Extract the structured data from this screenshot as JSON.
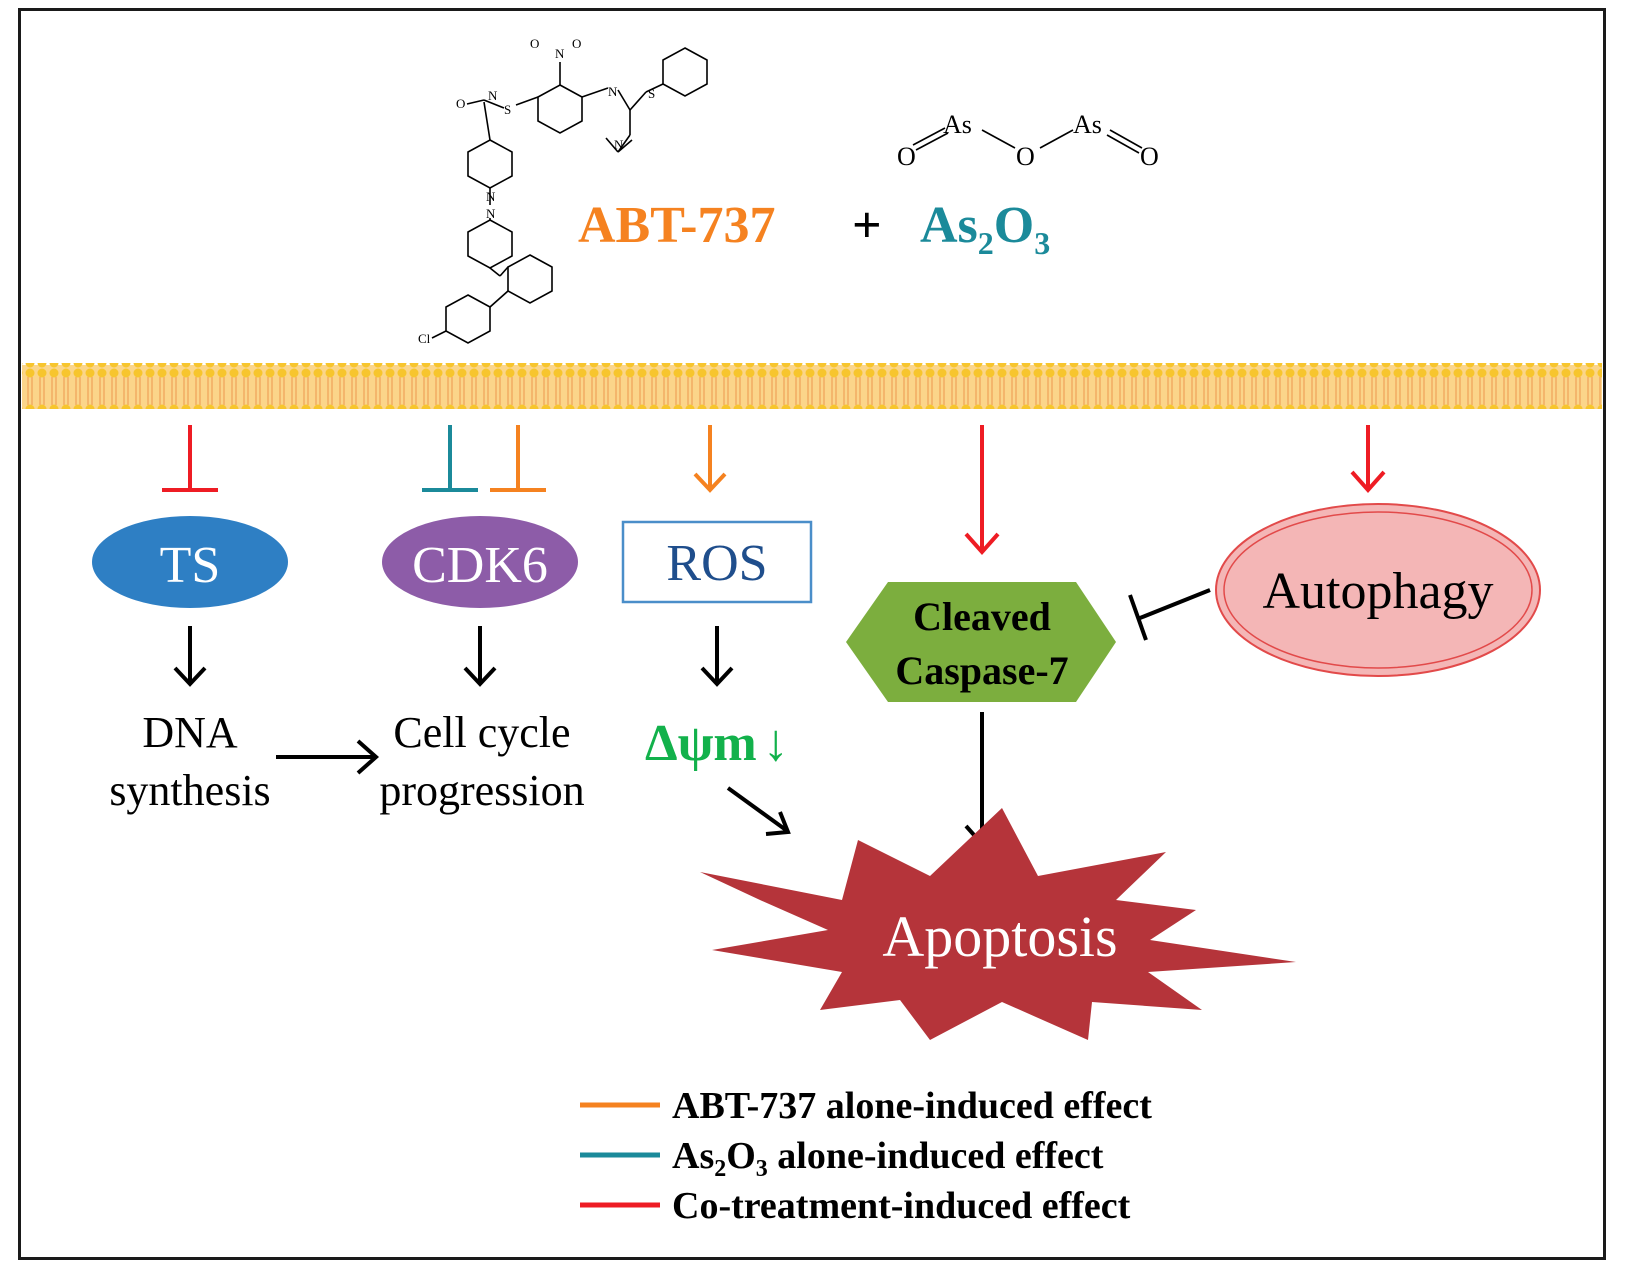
{
  "drugs": {
    "abt_label": "ABT-737",
    "plus": "+",
    "as_label": "As",
    "as_sub1": "2",
    "as_label_o": "O",
    "as_sub2": "3",
    "as2o3_struct": {
      "o": "O",
      "as": "As"
    },
    "abt_struct": {
      "no2_n": "N",
      "no2_o1": "O",
      "no2_o2": "O",
      "nh": "N",
      "s_atom": "S",
      "sulf": "S",
      "nh_sulf": "N",
      "o_carb": "O",
      "pip_n1": "N",
      "pip_n2": "N",
      "cl": "Cl",
      "nme2": "N"
    }
  },
  "colors": {
    "abt_orange": "#f58220",
    "as_teal": "#1b8a9a",
    "cotreat_red": "#ee1c24",
    "ts_blue": "#2e7fc4",
    "cdk6_purple": "#8d5ca8",
    "ros_border": "#4a8ec9",
    "ros_text": "#1f4e8c",
    "caspase_green": "#7cae3e",
    "autophagy_fill": "#f4b6b6",
    "autophagy_stroke": "#e24a4a",
    "apoptosis_fill": "#b5343a",
    "delta_green": "#12b14b",
    "membrane_fill": "#fbd58a",
    "membrane_bead": "#f7c52d"
  },
  "nodes": {
    "ts": "TS",
    "cdk6": "CDK6",
    "ros": "ROS",
    "caspase_line1": "Cleaved",
    "caspase_line2": "Caspase-7",
    "autophagy": "Autophagy",
    "dna_line1": "DNA",
    "dna_line2": "synthesis",
    "cellcycle_line1": "Cell cycle",
    "cellcycle_line2": "progression",
    "delta": "Δψm",
    "delta_arrow": "↓",
    "apoptosis": "Apoptosis"
  },
  "legend": {
    "items": [
      {
        "label": "ABT-737 alone-induced effect",
        "color": "#f58220"
      },
      {
        "label_pre": "As",
        "label_sub1": "2",
        "label_mid": "O",
        "label_sub2": "3",
        "label_post": " alone-induced effect",
        "color": "#1b8a9a"
      },
      {
        "label": "Co-treatment-induced effect",
        "color": "#ee1c24"
      }
    ]
  }
}
